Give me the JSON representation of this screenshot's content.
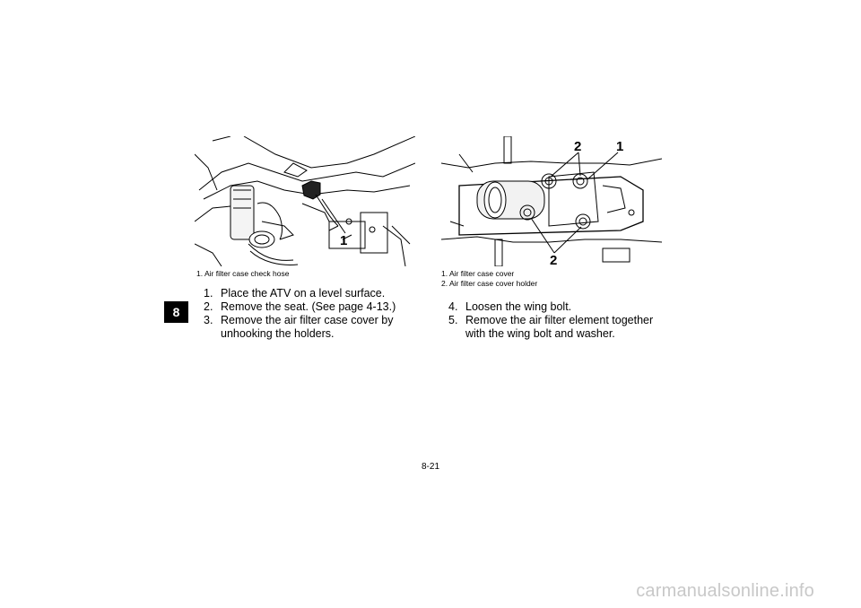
{
  "chapter_tab": "8",
  "figure_left": {
    "callouts": [
      "1"
    ],
    "captions": [
      "1. Air filter case check hose"
    ]
  },
  "figure_right": {
    "callouts": [
      "2",
      "1",
      "2"
    ],
    "captions": [
      "1. Air filter case cover",
      "2. Air filter case cover holder"
    ]
  },
  "steps_left": [
    {
      "num": "1.",
      "text": "Place the ATV on a level surface."
    },
    {
      "num": "2.",
      "text": "Remove the seat. (See page 4-13.)"
    },
    {
      "num": "3.",
      "text": "Remove the air filter case cover by unhooking the holders."
    }
  ],
  "steps_right": [
    {
      "num": "4.",
      "text": "Loosen the wing bolt."
    },
    {
      "num": "5.",
      "text": "Remove the air filter element together with the wing bolt and washer."
    }
  ],
  "page_number": "8-21",
  "watermark": "carmanualsonline.info"
}
